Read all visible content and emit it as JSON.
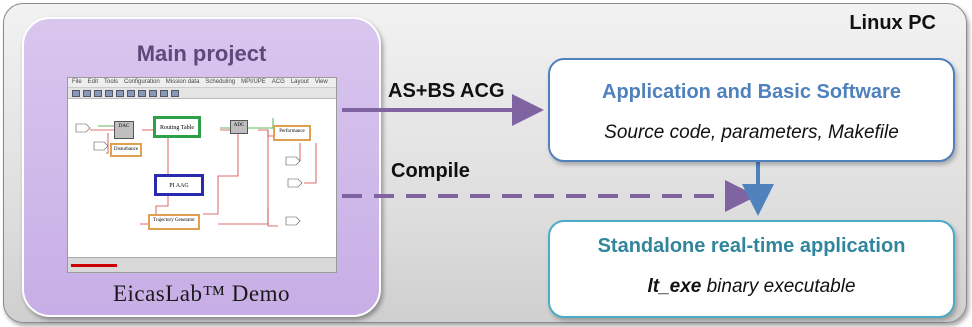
{
  "linux_pc": {
    "label": "Linux PC"
  },
  "main_project": {
    "title": "Main project",
    "footer": "EicasLab™ Demo",
    "screenshot": {
      "menu": [
        "File",
        "Edit",
        "Tools",
        "Configuration",
        "Mission data",
        "Scheduling",
        "MPI/UPE",
        "ACG",
        "Layout",
        "View"
      ],
      "blocks": {
        "dac": "DAC",
        "disturbance": "Disturbance",
        "routing_table": "Routing Table",
        "adc": "ADC",
        "performance": "Performance",
        "pi_aag": "PI AAG",
        "trajectory_generator": "Trajectory Generator"
      }
    }
  },
  "arrows": {
    "asbs_acg": "AS+BS ACG",
    "compile": "Compile"
  },
  "asbs": {
    "title": "Application and Basic Software",
    "subtitle": "Source code, parameters, Makefile"
  },
  "standalone": {
    "title": "Standalone real-time application",
    "subtitle_bold": "lt_exe",
    "subtitle_rest": " binary executable"
  },
  "colors": {
    "purple_arrow": "#8064a2",
    "blue_arrow": "#4f81bd",
    "asbs_border": "#4f81bd",
    "standalone_border": "#4bacc6"
  }
}
